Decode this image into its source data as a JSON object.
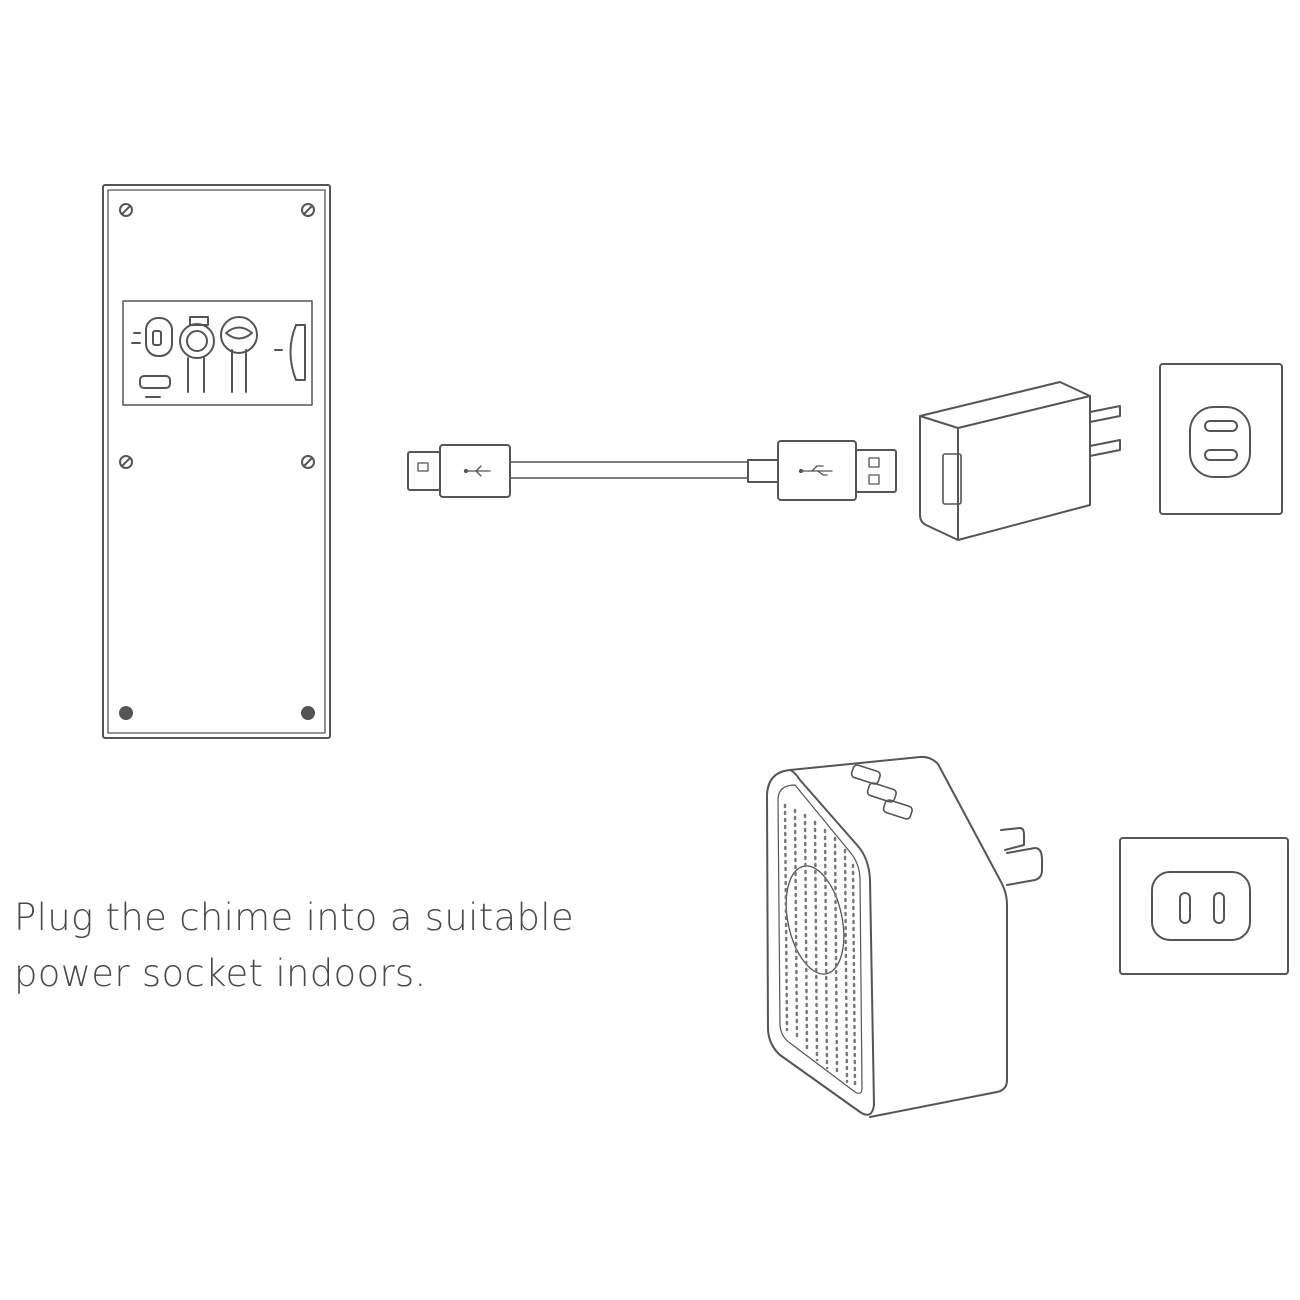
{
  "caption": {
    "line1": "Plug the chime into a suitable",
    "line2": "power socket indoors."
  },
  "colors": {
    "stroke": "#555555",
    "text": "#4a4a4a",
    "background": "#ffffff"
  },
  "icons": [
    "doorbell-back-panel",
    "usb-cable",
    "usb-power-adapter",
    "wall-socket",
    "chime",
    "usb-symbol-icon"
  ]
}
